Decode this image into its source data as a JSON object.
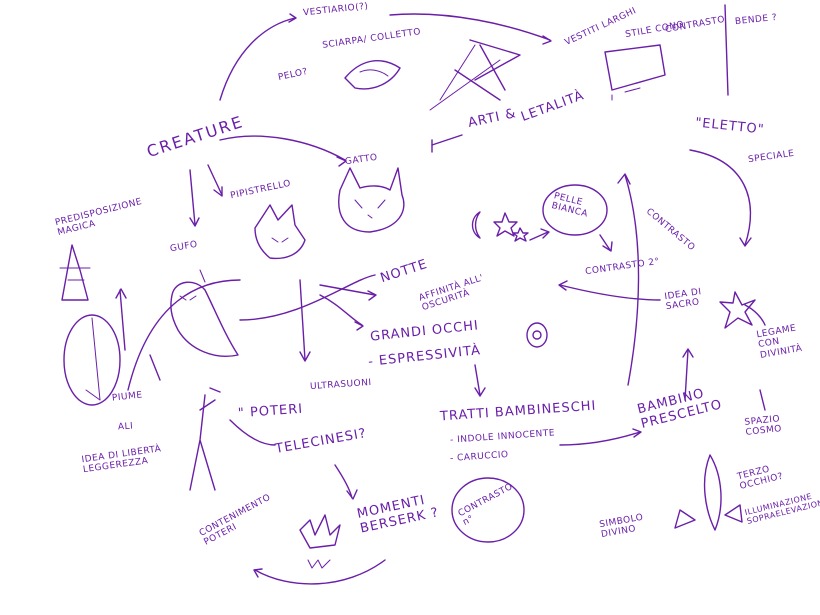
{
  "nodes": {
    "creature": "CREATURE",
    "vestiario": "VESTIARIO(?)",
    "sciarpa": "SCIARPA/ COLLETTO",
    "pelo": "PELO?",
    "vesti_larghi": "VESTITI LARGHI",
    "stile_cono": "STILE CONO",
    "contrasto_top": "CONTRASTO",
    "bende": "BENDE ?",
    "arti": "ARTI &",
    "letalita": "LETALITÀ",
    "eletto": "\"ELETTO\"",
    "speciale": "SPECIALE",
    "gatto": "GATTO",
    "pipistrello": "PIPISTRELLO",
    "predisposizione": "PREDISPOSIZIONE MAGICA",
    "gufo": "GUFO",
    "notte": "NOTTE",
    "affinita": "AFFINITÀ ALL' OSCURITÀ",
    "pelle_bianca": "PELLE BIANCA",
    "contrasto_side": "CONTRASTO",
    "contrasto_2": "CONTRASTO 2°",
    "idea_sacro": "IDEA DI SACRO",
    "legame": "LEGAME CON DIVINITÀ",
    "grandi_occhi": "GRANDI OCCHI",
    "espressivita": "- ESPRESSIVITÀ",
    "piume": "PIUME",
    "ali": "ALI",
    "idea_liberta": "IDEA DI LIBERTÀ LEGGEREZZA",
    "poteri": "\" POTERI",
    "ultrasuoni": "ULTRASUONI",
    "telecinesi": "TELECINESI?",
    "tratti": "TRATTI BAMBINESCHI",
    "indole": "- INDOLE INNOCENTE",
    "carucci": "- CARUCCIO",
    "bambino": "BAMBINO PRESCELTO",
    "spazio": "SPAZIO COSMO",
    "terzo_occhio": "TERZO OCCHIO?",
    "illuminazione": "ILLUMINAZIONE SOPRAELEVAZIONE",
    "simbolo": "SIMBOLO DIVINO",
    "contenimento": "CONTENIMENTO POTERI",
    "momenti": "MOMENTI BERSERK ?",
    "contrasto_circle": "CONTRASTO n°"
  },
  "colors": {
    "ink": "#6a1fa8",
    "paper": "#ffffff"
  }
}
